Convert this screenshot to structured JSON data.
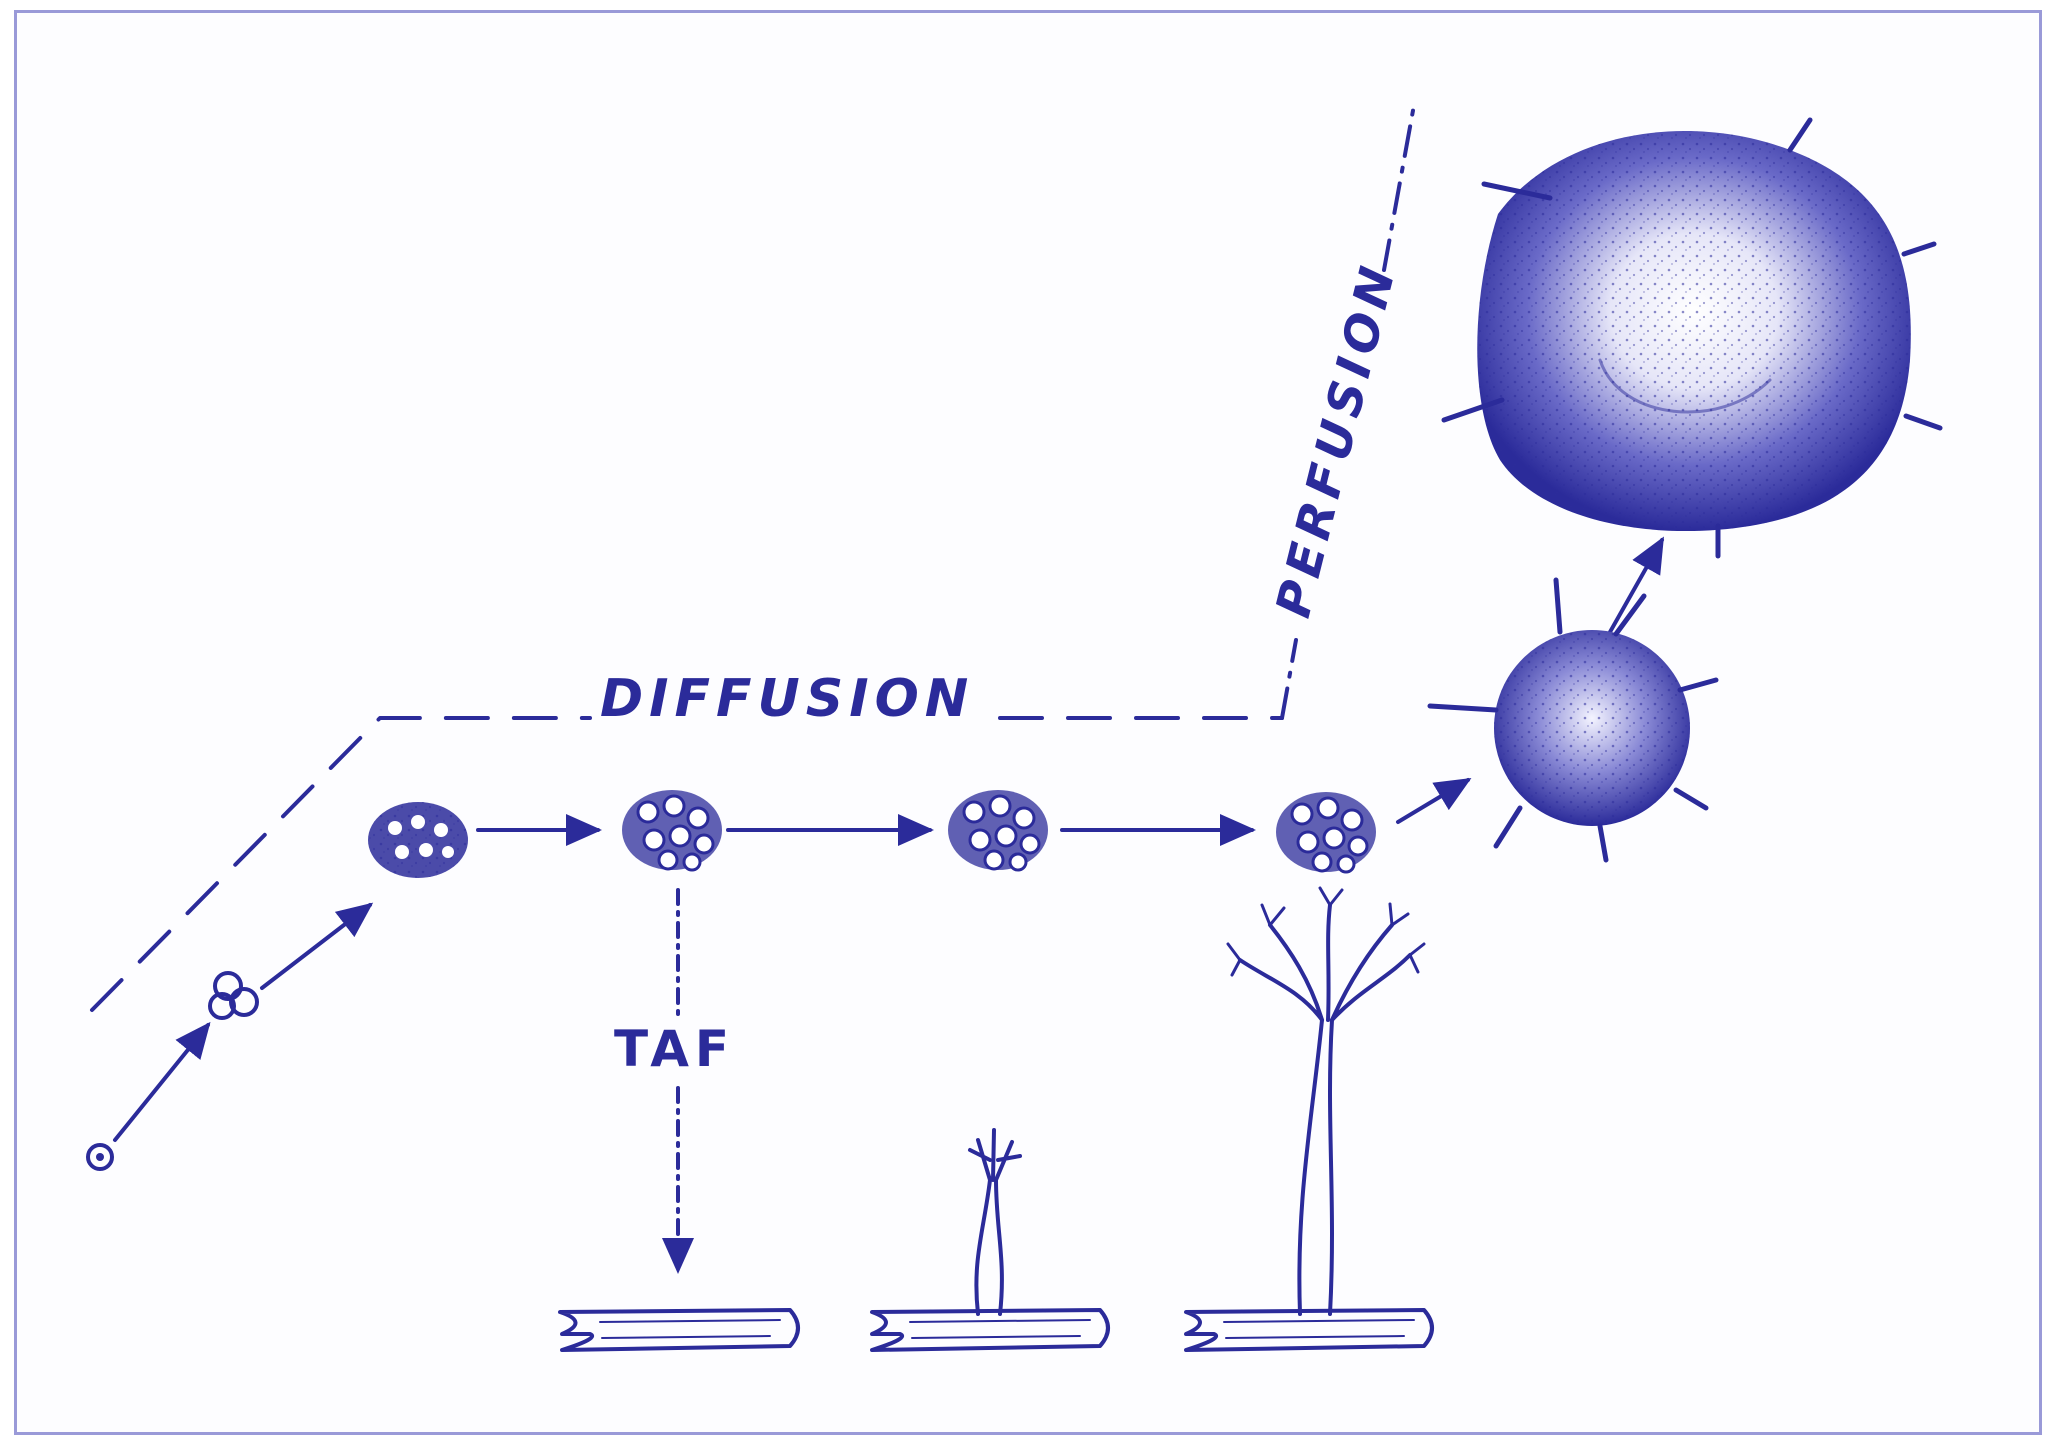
{
  "labels": {
    "diffusion": "DIFFUSION",
    "perfusion": "PERFUSION",
    "taf": "TAF"
  },
  "colors": {
    "ink": "#2b2b9a",
    "frame_border": "#9a9ad8",
    "background": "#ffffff"
  }
}
